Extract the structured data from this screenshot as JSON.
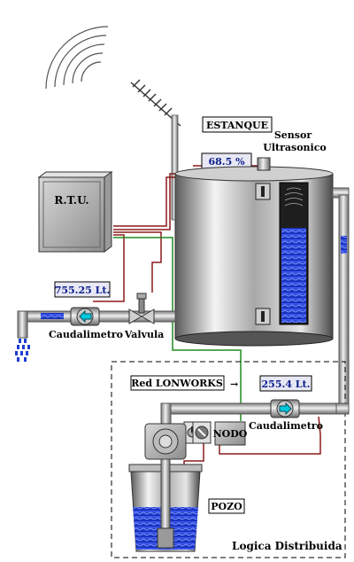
{
  "labels": {
    "estanque": "ESTANQUE",
    "sensor_line1": "Sensor",
    "sensor_line2": "Ultrasonico",
    "rtu": "R.T.U.",
    "caudalimetro_left": "Caudalimetro",
    "valvula": "Valvula",
    "red_lonworks": "Red LONWORKS",
    "arrow": "→",
    "caudalimetro_right": "Caudalimetro",
    "nodo": "NODO",
    "pozo": "POZO",
    "logica": "Logica Distribuida"
  },
  "readouts": {
    "tank_level": "68.5 %",
    "flow_left": "755.25 Lt.",
    "flow_right": "255.4 Lt."
  },
  "tank": {
    "fill_fraction": 0.685
  },
  "colors": {
    "readout_text": "#0a1e8a",
    "water": "#1e3cd2",
    "pipe": "#b4b4b4",
    "wire_red": "#8b1a1a",
    "wire_green": "#1e8c1e",
    "arrow_cyan": "#00c8dc"
  }
}
